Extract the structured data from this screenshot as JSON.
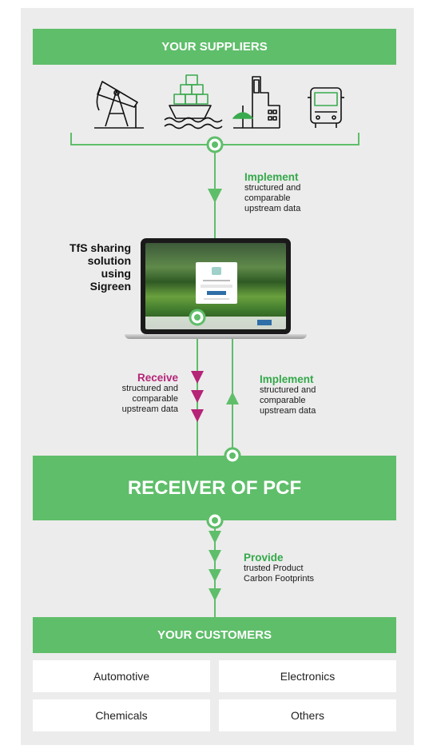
{
  "suppliers_title": "YOUR SUPPLIERS",
  "top_step": {
    "heading": "Implement",
    "body": [
      "structured and",
      "comparable",
      "upstream data"
    ]
  },
  "solution_label": [
    "TfS sharing",
    "solution",
    "using",
    "Sigreen"
  ],
  "receive_step": {
    "heading": "Receive",
    "body": [
      "structured and",
      "comparable",
      "upstream data"
    ]
  },
  "implement_step": {
    "heading": "Implement",
    "body": [
      "structured and",
      "comparable",
      "upstream data"
    ]
  },
  "receiver_title": "RECEIVER OF PCF",
  "provide_step": {
    "heading": "Provide",
    "body": [
      "trusted Product",
      "Carbon Footprints"
    ]
  },
  "customers_title": "YOUR CUSTOMERS",
  "customers": [
    "Automotive",
    "Electronics",
    "Chemicals",
    "Others"
  ],
  "icons": [
    "oil-pump-icon",
    "cargo-ship-icon",
    "factory-icon",
    "truck-icon"
  ],
  "colors": {
    "green": "#5fbe6a",
    "dark_green": "#34a84a",
    "purple": "#b52477",
    "background": "#ececec"
  }
}
